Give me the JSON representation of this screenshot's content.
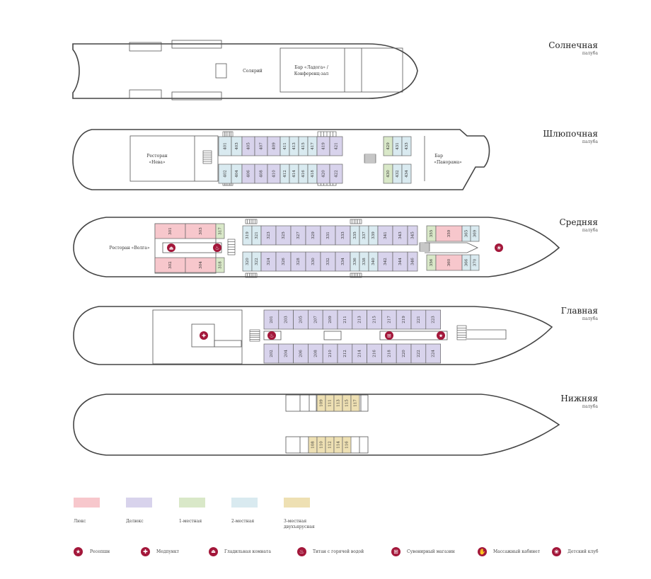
{
  "decks": [
    {
      "name": "Солнечная",
      "sub": "палуба"
    },
    {
      "name": "Шлюпочная",
      "sub": "палуба"
    },
    {
      "name": "Средняя",
      "sub": "палуба"
    },
    {
      "name": "Главная",
      "sub": "палуба"
    },
    {
      "name": "Нижняя",
      "sub": "палуба"
    }
  ],
  "areas": {
    "solarium": "Солярий",
    "bar_ladoga_1": "Бар «Ладога» /",
    "bar_ladoga_2": "Конференц-зал",
    "rest_neva_1": "Ресторан",
    "rest_neva_2": "«Нева»",
    "bar_panorama_1": "Бар",
    "bar_panorama_2": "«Панорама»",
    "rest_volga": "Ресторан «Волга»"
  },
  "colors": {
    "lux": "#f7c7cc",
    "deluxe": "#d8d3ec",
    "single": "#d9e8c8",
    "double": "#d9eaf0",
    "triple": "#eee0b3",
    "accent": "#a3173a",
    "line": "#444444"
  },
  "cabins": {
    "boat_top": [
      "401",
      "403",
      "405",
      "407",
      "409",
      "411",
      "413",
      "415",
      "417",
      "419",
      "421"
    ],
    "boat_bottom": [
      "402",
      "404",
      "406",
      "408",
      "410",
      "412",
      "414",
      "416",
      "418",
      "420",
      "422"
    ],
    "boat_fwd_top": [
      "429",
      "431",
      "433"
    ],
    "boat_fwd_bottom": [
      "430",
      "432",
      "434"
    ],
    "mid_lux_top": [
      "301",
      "303"
    ],
    "mid_lux_bottom": [
      "302",
      "304"
    ],
    "mid_top_single": "317",
    "mid_bottom_single": "318",
    "mid_top": [
      "319",
      "321",
      "323",
      "325",
      "327",
      "329",
      "331",
      "333",
      "335",
      "337",
      "339",
      "341",
      "343",
      "345"
    ],
    "mid_bottom": [
      "320",
      "322",
      "324",
      "326",
      "328",
      "330",
      "332",
      "334",
      "336",
      "338",
      "340",
      "342",
      "344",
      "346"
    ],
    "mid_fwd_top": [
      "355",
      "359",
      "365",
      "369"
    ],
    "mid_fwd_bottom": [
      "356",
      "360",
      "366",
      "370"
    ],
    "main_top": [
      "201",
      "203",
      "205",
      "207",
      "209",
      "211",
      "213",
      "215",
      "217",
      "219",
      "221",
      "223"
    ],
    "main_bottom": [
      "202",
      "204",
      "206",
      "208",
      "210",
      "212",
      "214",
      "216",
      "218",
      "220",
      "222",
      "224"
    ],
    "lower_top": [
      "109",
      "111",
      "113",
      "115",
      "117"
    ],
    "lower_bottom": [
      "108",
      "110",
      "112",
      "114",
      "116"
    ]
  },
  "legend": [
    {
      "label": "Люкс",
      "color": "#f7c7cc"
    },
    {
      "label": "Делюкс",
      "color": "#d8d3ec"
    },
    {
      "label": "1-местная",
      "color": "#d9e8c8"
    },
    {
      "label": "2-местная",
      "color": "#d9eaf0"
    },
    {
      "label": "3-местная двухъярусная",
      "color": "#eee0b3"
    }
  ],
  "icons": [
    {
      "label": "Ресепшн",
      "icon": "star-icon"
    },
    {
      "label": "Медпункт",
      "icon": "medical-cross-icon"
    },
    {
      "label": "Гладильная комната",
      "icon": "iron-icon"
    },
    {
      "label": "Титан с горячей водой",
      "icon": "boiler-icon"
    },
    {
      "label": "Сувенирный магазин",
      "icon": "gift-icon"
    },
    {
      "label": "Массажный кабинет",
      "icon": "massage-hand-icon"
    },
    {
      "label": "Детский клуб",
      "icon": "teddy-bear-icon"
    }
  ]
}
